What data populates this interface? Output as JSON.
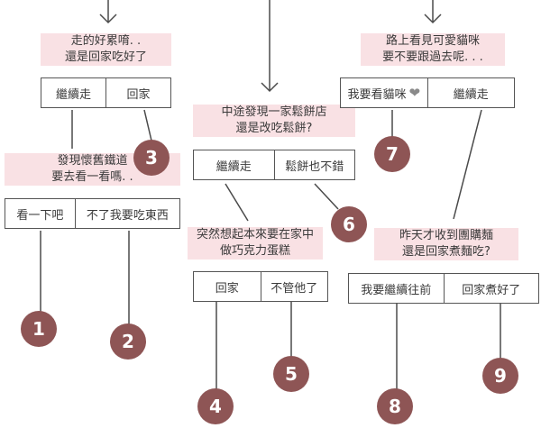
{
  "colors": {
    "badge": "#8e5555",
    "highlight": "#f4c8cd",
    "line": "#4a4a4a"
  },
  "nodes": {
    "tired": {
      "line1": "走的好累唷. .",
      "line2": "還是回家吃好了",
      "choices": [
        "繼續走",
        "回家"
      ]
    },
    "bakery": {
      "line1": "中途發現一家鬆餅店",
      "line2": "還是改吃鬆餅?",
      "choices": [
        "繼續走",
        "鬆餅也不錯"
      ]
    },
    "cat": {
      "line1": "路上看見可愛貓咪",
      "line2": "要不要跟過去呢. . .",
      "choices": [
        "我要看貓咪",
        "繼續走"
      ]
    },
    "railway": {
      "line1": "發現懷舊鐵道",
      "line2": "要去看一看嗎. .",
      "choices": [
        "看一下吧",
        "不了我要吃東西"
      ]
    },
    "cake": {
      "line1": "突然想起本來要在家中",
      "line2": "做巧克力蛋糕",
      "choices": [
        "回家",
        "不管他了"
      ]
    },
    "noodles": {
      "line1": "昨天才收到團購麵",
      "line2": "還是回家煮麵吃?",
      "choices": [
        "我要繼續往前",
        "回家煮好了"
      ]
    }
  },
  "outcomes": [
    "1",
    "2",
    "3",
    "4",
    "5",
    "6",
    "7",
    "8",
    "9"
  ]
}
